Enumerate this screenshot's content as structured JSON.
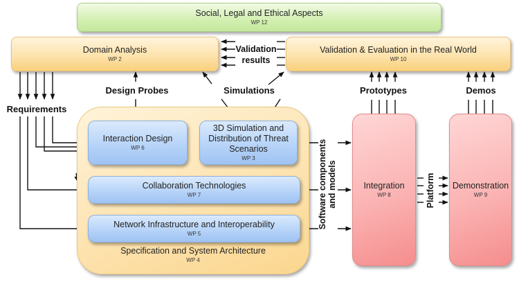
{
  "boxes": {
    "wp12": {
      "title": "Social, Legal and Ethical Aspects",
      "wp": "WP 12"
    },
    "wp2": {
      "title": "Domain Analysis",
      "wp": "WP 2"
    },
    "wp10": {
      "title": "Validation & Evaluation in the Real World",
      "wp": "WP 10"
    },
    "wp4": {
      "title": "Specification and System Architecture",
      "wp": "WP 4"
    },
    "wp6": {
      "title": "Interaction Design",
      "wp": "WP 6"
    },
    "wp3": {
      "title": "3D Simulation and Distribution of Threat Scenarios",
      "wp": "WP 3"
    },
    "wp7": {
      "title": "Collaboration Technologies",
      "wp": "WP 7"
    },
    "wp5": {
      "title": "Network Infrastructure and Interoperability",
      "wp": "WP 5"
    },
    "wp8": {
      "title": "Integration",
      "wp": "WP 8"
    },
    "wp9": {
      "title": "Demonstration",
      "wp": "WP 9"
    }
  },
  "labels": {
    "validation_results_line1": "Validation",
    "validation_results_line2": "results",
    "requirements": "Requirements",
    "design_probes": "Design Probes",
    "simulations": "Simulations",
    "prototypes": "Prototypes",
    "demos": "Demos",
    "software_components_line1": "Software components",
    "software_components_line2": "and models",
    "platform": "Platform"
  },
  "colors": {
    "green": "#d2efb0",
    "yellow": "#fde3ad",
    "blue": "#b7d4f8",
    "red": "#fbb3b3",
    "line": "#111111"
  }
}
